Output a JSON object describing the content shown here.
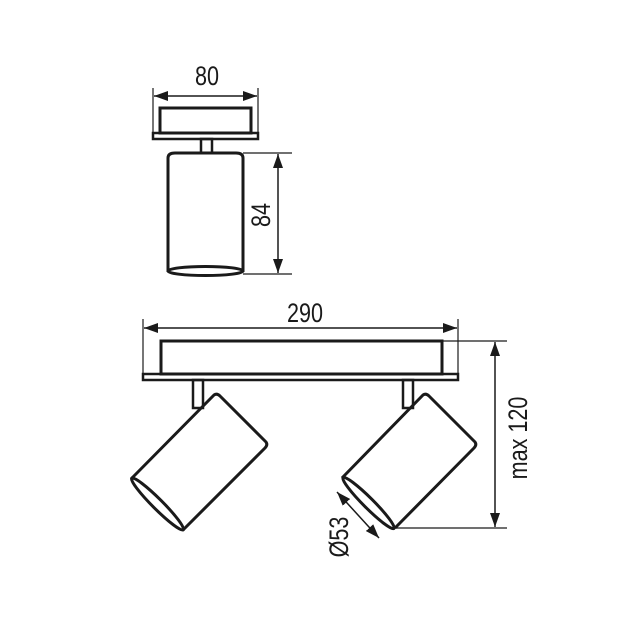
{
  "drawing": {
    "top_view": {
      "width_label": "80",
      "height_label": "84"
    },
    "front_view": {
      "width_label": "290",
      "height_label": "max 120",
      "diameter_label": "Ø53"
    },
    "line_color": "#1a1a1a",
    "background": "#ffffff"
  }
}
